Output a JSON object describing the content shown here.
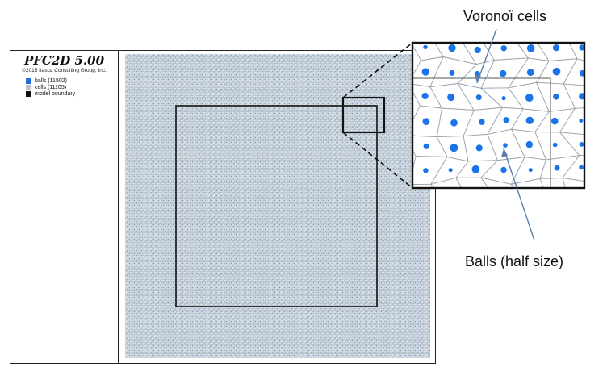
{
  "plot": {
    "title": "PFC2D 5.00",
    "copyright": "©2015 Itasca Consulting Group, Inc.",
    "legend": [
      {
        "label": "balls (11502)",
        "color": "#1f6fd6"
      },
      {
        "label": "cells (11105)",
        "color": "#b8c2cc"
      },
      {
        "label": "model boundary",
        "color": "#111111"
      }
    ]
  },
  "annotations": {
    "voronoi_label": "Voronoï cells",
    "balls_label": "Balls (half size)"
  },
  "colors": {
    "ball": "#1a73e8",
    "cell_edge": "#9aa3ac",
    "sample_fill": "#c9d3dd",
    "arrow": "#5b7fa6"
  }
}
